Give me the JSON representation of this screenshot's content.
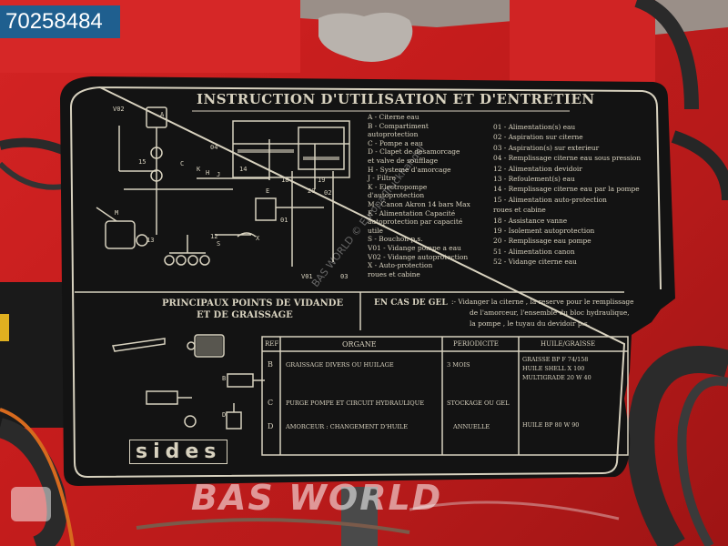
{
  "badge": {
    "id": "70258484"
  },
  "watermark": {
    "brand": "BAS WORLD",
    "small": "BAS WORLD © Europa-Truckhandel"
  },
  "plate": {
    "title": "INSTRUCTION D'UTILISATION ET D'ENTRETIEN",
    "legend_left": [
      "A - Citerne eau",
      "B - Compartiment",
      "       autoprotection",
      "C - Pompe a eau",
      "D - Clapet de desamorcage",
      "       et valve de soufflage",
      "H - Systeme d'amorcage",
      "J - Filtre",
      "K - Electropompe",
      "       d'autoprotection",
      "M - Canon Akron 14 bars Max",
      "E - Alimentation Capacité",
      "       autoprotection par capacité",
      "       utile",
      "S - Bouchon p.s.",
      "V01 - Vidange pompe a eau",
      "V02 - Vidange autoprotection",
      "X - Auto-protection",
      "       roues et cabine"
    ],
    "legend_right": [
      "01 - Alimentation(s) eau",
      "02 - Aspiration sur citerne",
      "03 - Aspiration(s) sur exterieur",
      "04 - Remplissage citerne eau sous pression",
      "12 - Alimentation devidoir",
      "13 - Refoulement(s) eau",
      "14 - Remplissage citerne eau par la pompe",
      "15 - Alimentation auto-protection",
      "        roues et cabine",
      "18 - Assistance vanne",
      "19 - Isolement autoprotection",
      "20 - Remplissage eau pompe",
      "51 - Alimentation canon",
      "52 - Vidange citerne eau"
    ],
    "section_left_title_1": "PRINCIPAUX POINTS DE VIDANDE",
    "section_left_title_2": "ET DE GRAISSAGE",
    "gel_title": "EN CAS DE GEL",
    "gel_text_1": ":- Vidanger la citerne , la reserve pour le remplissage",
    "gel_text_2": "de l'amorceur, l'ensemble du bloc hydraulique,",
    "gel_text_3": "la pompe , le tuyau du devidoir p.s.",
    "table": {
      "headers": [
        "REF",
        "ORGANE",
        "PERIODICITE",
        "HUILE/GRAISSE"
      ],
      "rows": [
        {
          "ref": "B",
          "organe": "GRAISSAGE DIVERS OU HUILAGE",
          "periode": "3 MOIS",
          "huile": [
            "GRAISSE BP F 74/158",
            "HUILE SHELL X 100",
            "MULTIGRADE 20 W 40"
          ]
        },
        {
          "ref": "C",
          "organe": "PURGE POMPE ET CIRCUIT HYDRAULIQUE",
          "periode": "STOCKAGE OU GEL",
          "huile": []
        },
        {
          "ref": "D",
          "organe": "AMORCEUR : CHANGEMENT D'HUILE",
          "periode": "ANNUELLE",
          "huile": [
            "HUILE BP 80 W 90"
          ]
        }
      ]
    },
    "brand": "sides",
    "diagram_labels": [
      "V02",
      "15",
      "04",
      "01",
      "02",
      "20",
      "14",
      "18",
      "19",
      "13",
      "12",
      "V01",
      "03",
      "A",
      "S",
      "X",
      "C",
      "H",
      "J",
      "K",
      "M",
      "E",
      "B",
      "D"
    ]
  },
  "colors": {
    "plate": "#131313",
    "engraving": "#d8d2bf",
    "truck_red": "#c8201e",
    "badge": "#1f5f8f"
  }
}
